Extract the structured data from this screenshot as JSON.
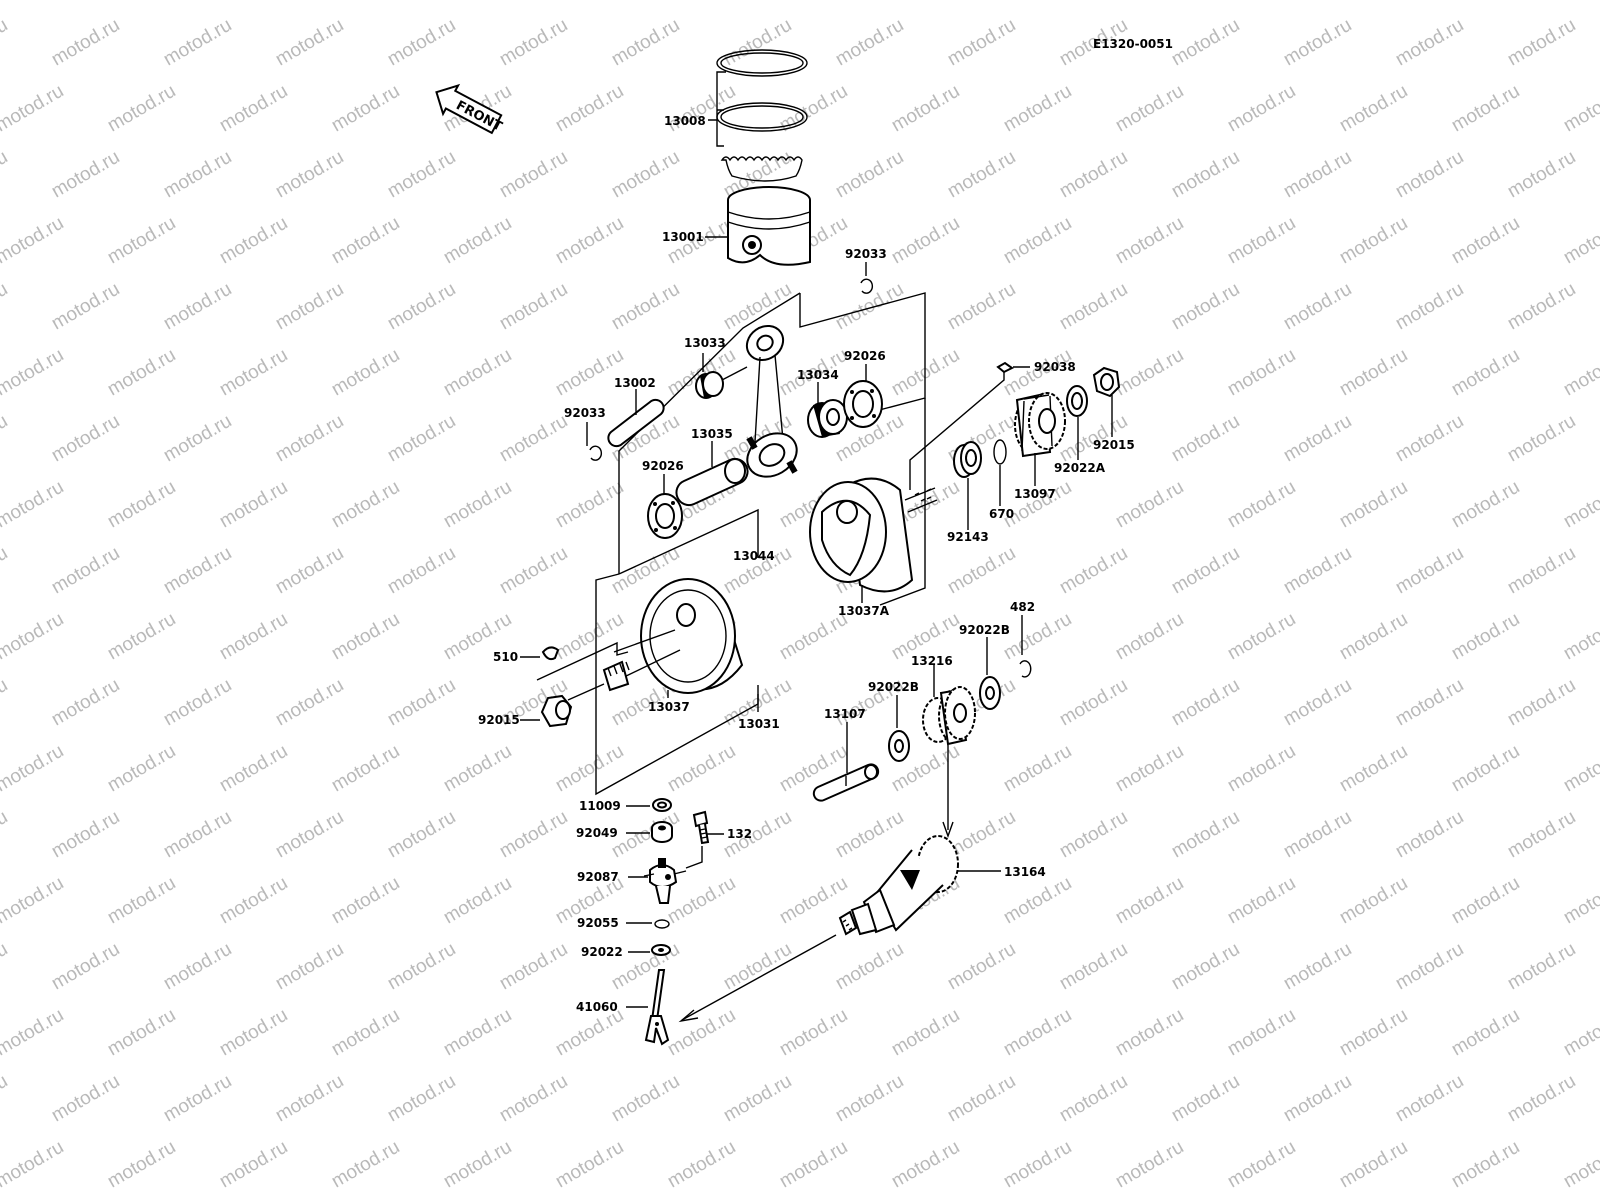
{
  "diagram_code": "E1320-0051",
  "front_arrow_text": "FRONT",
  "watermark": "motod.ru",
  "parts": {
    "p13008": "13008",
    "p13001": "13001",
    "p92033_top": "92033",
    "p13033": "13033",
    "p13002": "13002",
    "p92033_left": "92033",
    "p13034": "13034",
    "p92026_top": "92026",
    "p13035": "13035",
    "p92026_left": "92026",
    "p13044": "13044",
    "p92038": "92038",
    "p92015_right": "92015",
    "p92022A": "92022A",
    "p13097": "13097",
    "p670": "670",
    "p92143": "92143",
    "p13037A": "13037A",
    "p510": "510",
    "p92015_left": "92015",
    "p13037": "13037",
    "p13031": "13031",
    "p482": "482",
    "p92022B_top": "92022B",
    "p13216": "13216",
    "p92022B_mid": "92022B",
    "p13107": "13107",
    "p11009": "11009",
    "p92049": "92049",
    "p132": "132",
    "p92087": "92087",
    "p13164": "13164",
    "p92055": "92055",
    "p92022": "92022",
    "p41060": "41060"
  },
  "colors": {
    "ink": "#000000",
    "watermark": "#b9b9b9",
    "background": "#ffffff"
  }
}
